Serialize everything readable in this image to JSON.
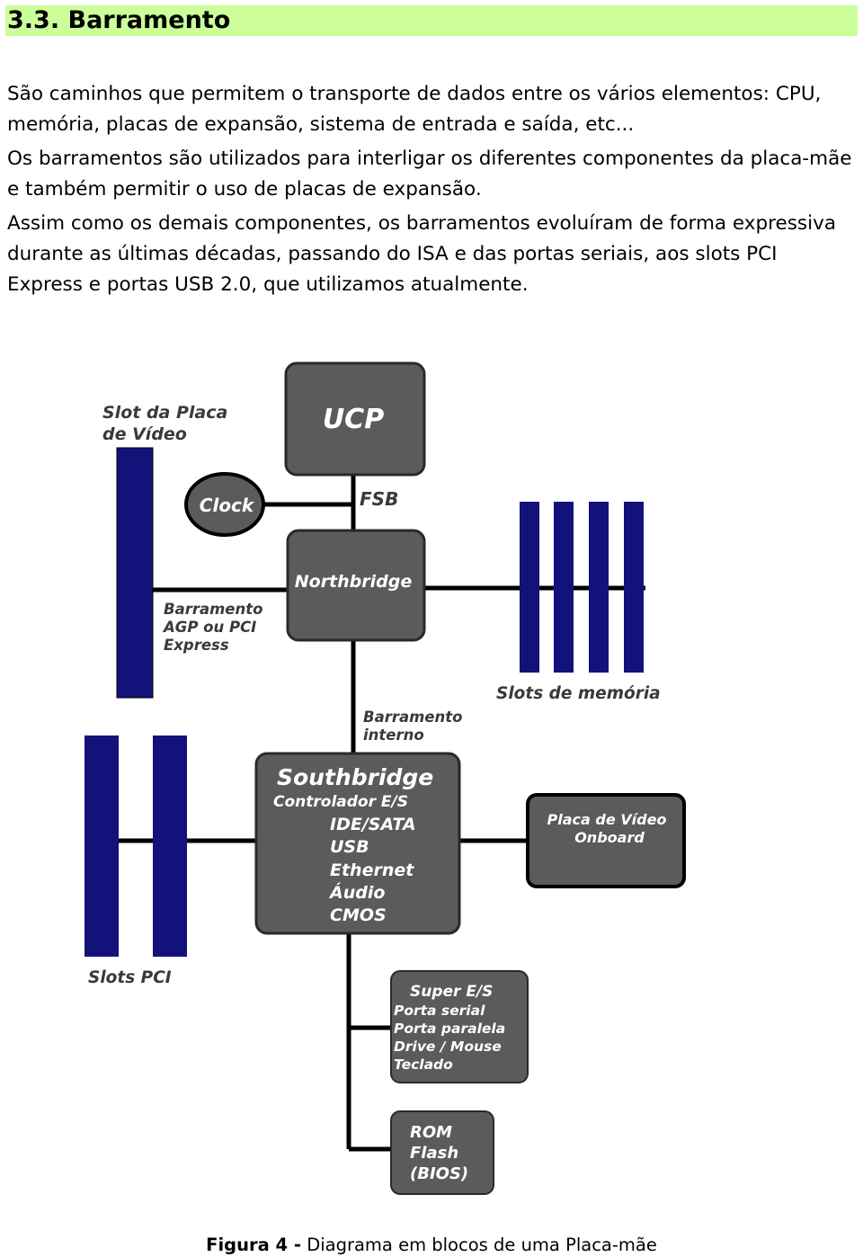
{
  "heading": "3.3. Barramento",
  "paragraphs": [
    "São caminhos que permitem o transporte de dados entre os vários elementos: CPU, memória, placas de expansão, sistema de entrada e saída, etc...",
    "Os barramentos são utilizados para interligar os diferentes componentes da placa-mãe e também permitir o uso de placas de expansão.",
    "Assim como os demais componentes, os barramentos evoluíram de forma expressiva durante as últimas décadas, passando do ISA e das portas seriais, aos slots PCI Express e portas USB 2.0, que utilizamos atualmente."
  ],
  "diagram": {
    "ucp": "UCP",
    "fsb": "FSB",
    "clock": "Clock",
    "northbridge": "Northbridge",
    "slot_video": [
      "Slot da Placa",
      "de Vídeo"
    ],
    "bus_agp": [
      "Barramento",
      "AGP ou PCI",
      "Express"
    ],
    "memory_slots": "Slots de memória",
    "bus_internal": [
      "Barramento",
      "interno"
    ],
    "southbridge_title": "Southbridge",
    "southbridge_items": [
      "Controlador E/S",
      "IDE/SATA",
      "USB",
      "Ethernet",
      "Áudio",
      "CMOS"
    ],
    "onboard_video": [
      "Placa de Vídeo",
      "Onboard"
    ],
    "pci_slots": "Slots PCI",
    "super_io": [
      "Super E/S",
      "Porta serial",
      "Porta paralela",
      "Drive / Mouse",
      "Teclado"
    ],
    "rom": [
      "ROM",
      "Flash",
      "(BIOS)"
    ]
  },
  "caption": {
    "label": "Figura 4 -",
    "text": "Diagrama em blocos de uma  Placa-mãe"
  },
  "colors": {
    "heading_bg": "#ccff99",
    "block_fill": "#5b5b5b",
    "slot_fill": "#12127a",
    "line": "#000000"
  }
}
